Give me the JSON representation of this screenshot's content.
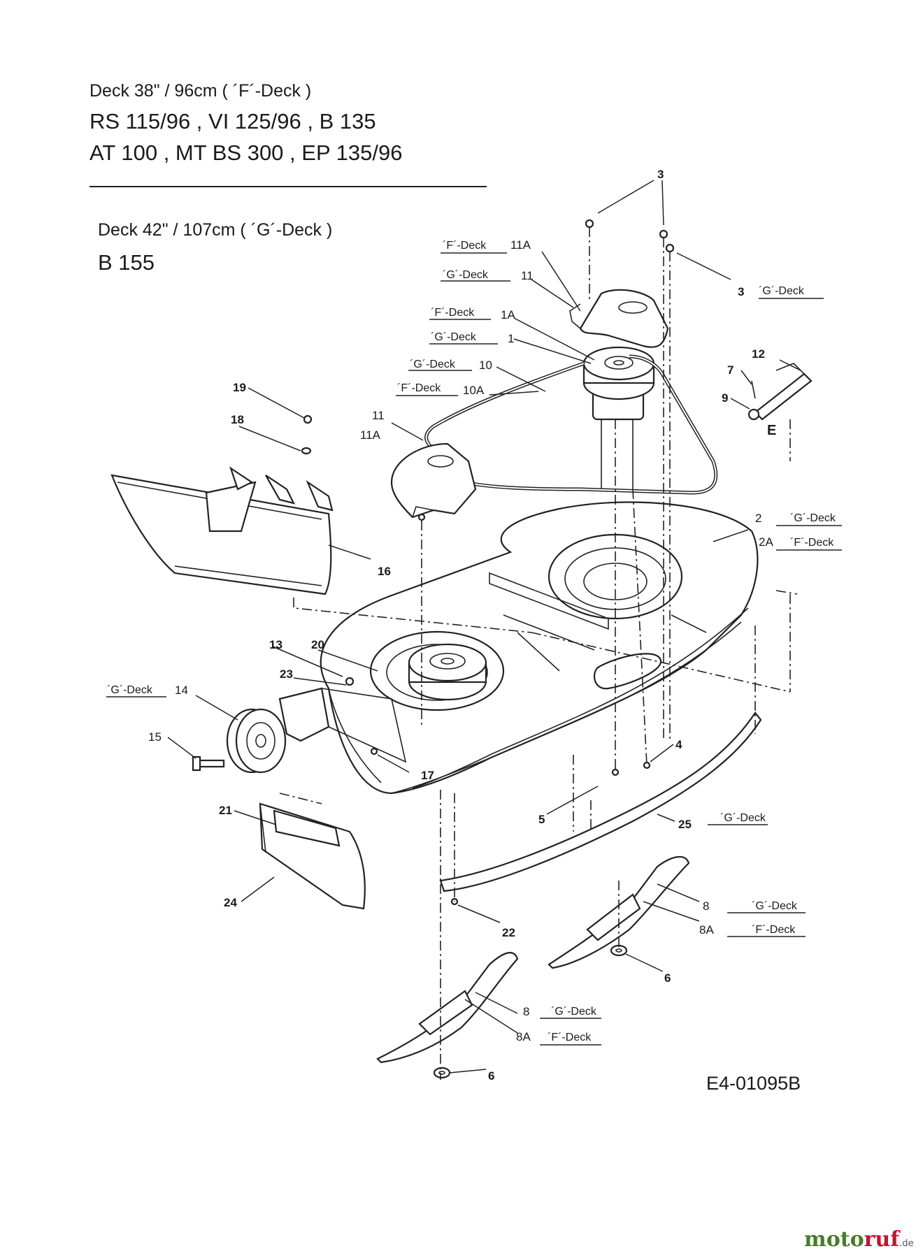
{
  "header": {
    "line1": "Deck 38\" / 96cm  (  ´F´-Deck  )",
    "line2": "RS 115/96  ,  VI 125/96  , B 135",
    "line3": "AT 100  ,  MT BS 300  ,  EP 135/96",
    "line4": "Deck 42\" / 107cm ( ´G´-Deck )",
    "line5": "B 155"
  },
  "deck_tags": {
    "f": "´F´-Deck",
    "g": "´G´-Deck"
  },
  "callouts": {
    "p1": "1",
    "p1a": "1A",
    "p2": "2",
    "p2a": "2A",
    "p3": "3",
    "p4": "4",
    "p5": "5",
    "p6": "6",
    "p7": "7",
    "p8": "8",
    "p8a": "8A",
    "p9": "9",
    "p10": "10",
    "p10a": "10A",
    "p11": "11",
    "p11a": "11A",
    "p12": "12",
    "p13": "13",
    "p14": "14",
    "p15": "15",
    "p16": "16",
    "p17": "17",
    "p18": "18",
    "p19": "19",
    "p20": "20",
    "p21": "21",
    "p22": "22",
    "p23": "23",
    "p24": "24",
    "p25": "25",
    "e": "E"
  },
  "drawing_code": "E4-01095B",
  "watermark": {
    "part1": "moto",
    "part2": "ruf",
    "suffix": ".de"
  }
}
